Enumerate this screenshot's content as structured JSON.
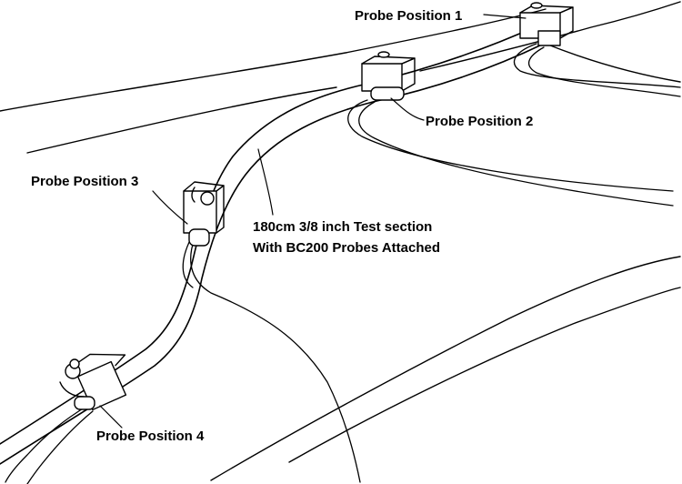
{
  "diagram": {
    "labels": {
      "probe1": "Probe Position 1",
      "probe2": "Probe Position 2",
      "probe3": "Probe Position 3",
      "probe4": "Probe Position 4",
      "caption_line1": "180cm 3/8 inch Test section",
      "caption_line2": "With BC200 Probes Attached"
    },
    "colors": {
      "ink": "#000000",
      "paper": "#ffffff"
    }
  }
}
